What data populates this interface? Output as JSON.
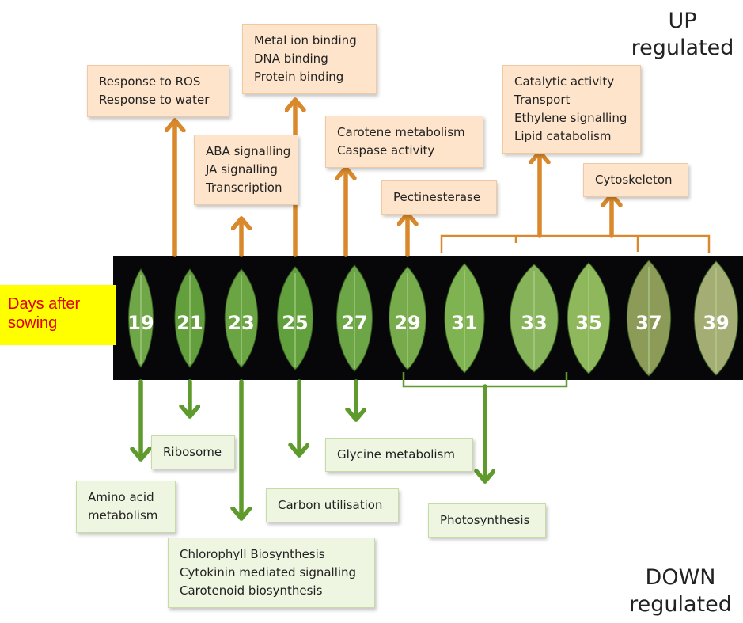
{
  "headings": {
    "up_line1": "UP",
    "up_line2": "regulated",
    "down_line1": "DOWN",
    "down_line2": "regulated"
  },
  "days_label": {
    "line1": "Days after",
    "line2": "sowing"
  },
  "days": [
    "19",
    "21",
    "23",
    "25",
    "27",
    "29",
    "31",
    "33",
    "35",
    "37",
    "39"
  ],
  "colors": {
    "up": "#d9892b",
    "down": "#5e9a2c",
    "strip": "#07070a",
    "up_box": "#fde4cb",
    "down_box": "#eef5e1",
    "label_bg": "#ffff00",
    "label_text": "#e00000"
  },
  "up_boxes": [
    {
      "lines": [
        "Response to ROS",
        "Response to water"
      ]
    },
    {
      "lines": [
        "ABA signalling",
        "JA signalling",
        "Transcription"
      ]
    },
    {
      "lines": [
        "Metal ion binding",
        "DNA binding",
        "Protein binding"
      ]
    },
    {
      "lines": [
        "Carotene metabolism",
        "Caspase activity"
      ]
    },
    {
      "lines": [
        "Pectinesterase"
      ]
    },
    {
      "lines": [
        "Catalytic activity",
        "Transport",
        "Ethylene signalling",
        "Lipid catabolism"
      ]
    },
    {
      "lines": [
        "Cytoskeleton"
      ]
    }
  ],
  "down_boxes": [
    {
      "lines": [
        "Ribosome"
      ]
    },
    {
      "lines": [
        "Amino acid",
        "metabolism"
      ]
    },
    {
      "lines": [
        "Chlorophyll Biosynthesis",
        "Cytokinin mediated signalling",
        "Carotenoid biosynthesis"
      ]
    },
    {
      "lines": [
        "Carbon utilisation"
      ]
    },
    {
      "lines": [
        "Glycine metabolism"
      ]
    },
    {
      "lines": [
        "Photosynthesis"
      ]
    }
  ]
}
